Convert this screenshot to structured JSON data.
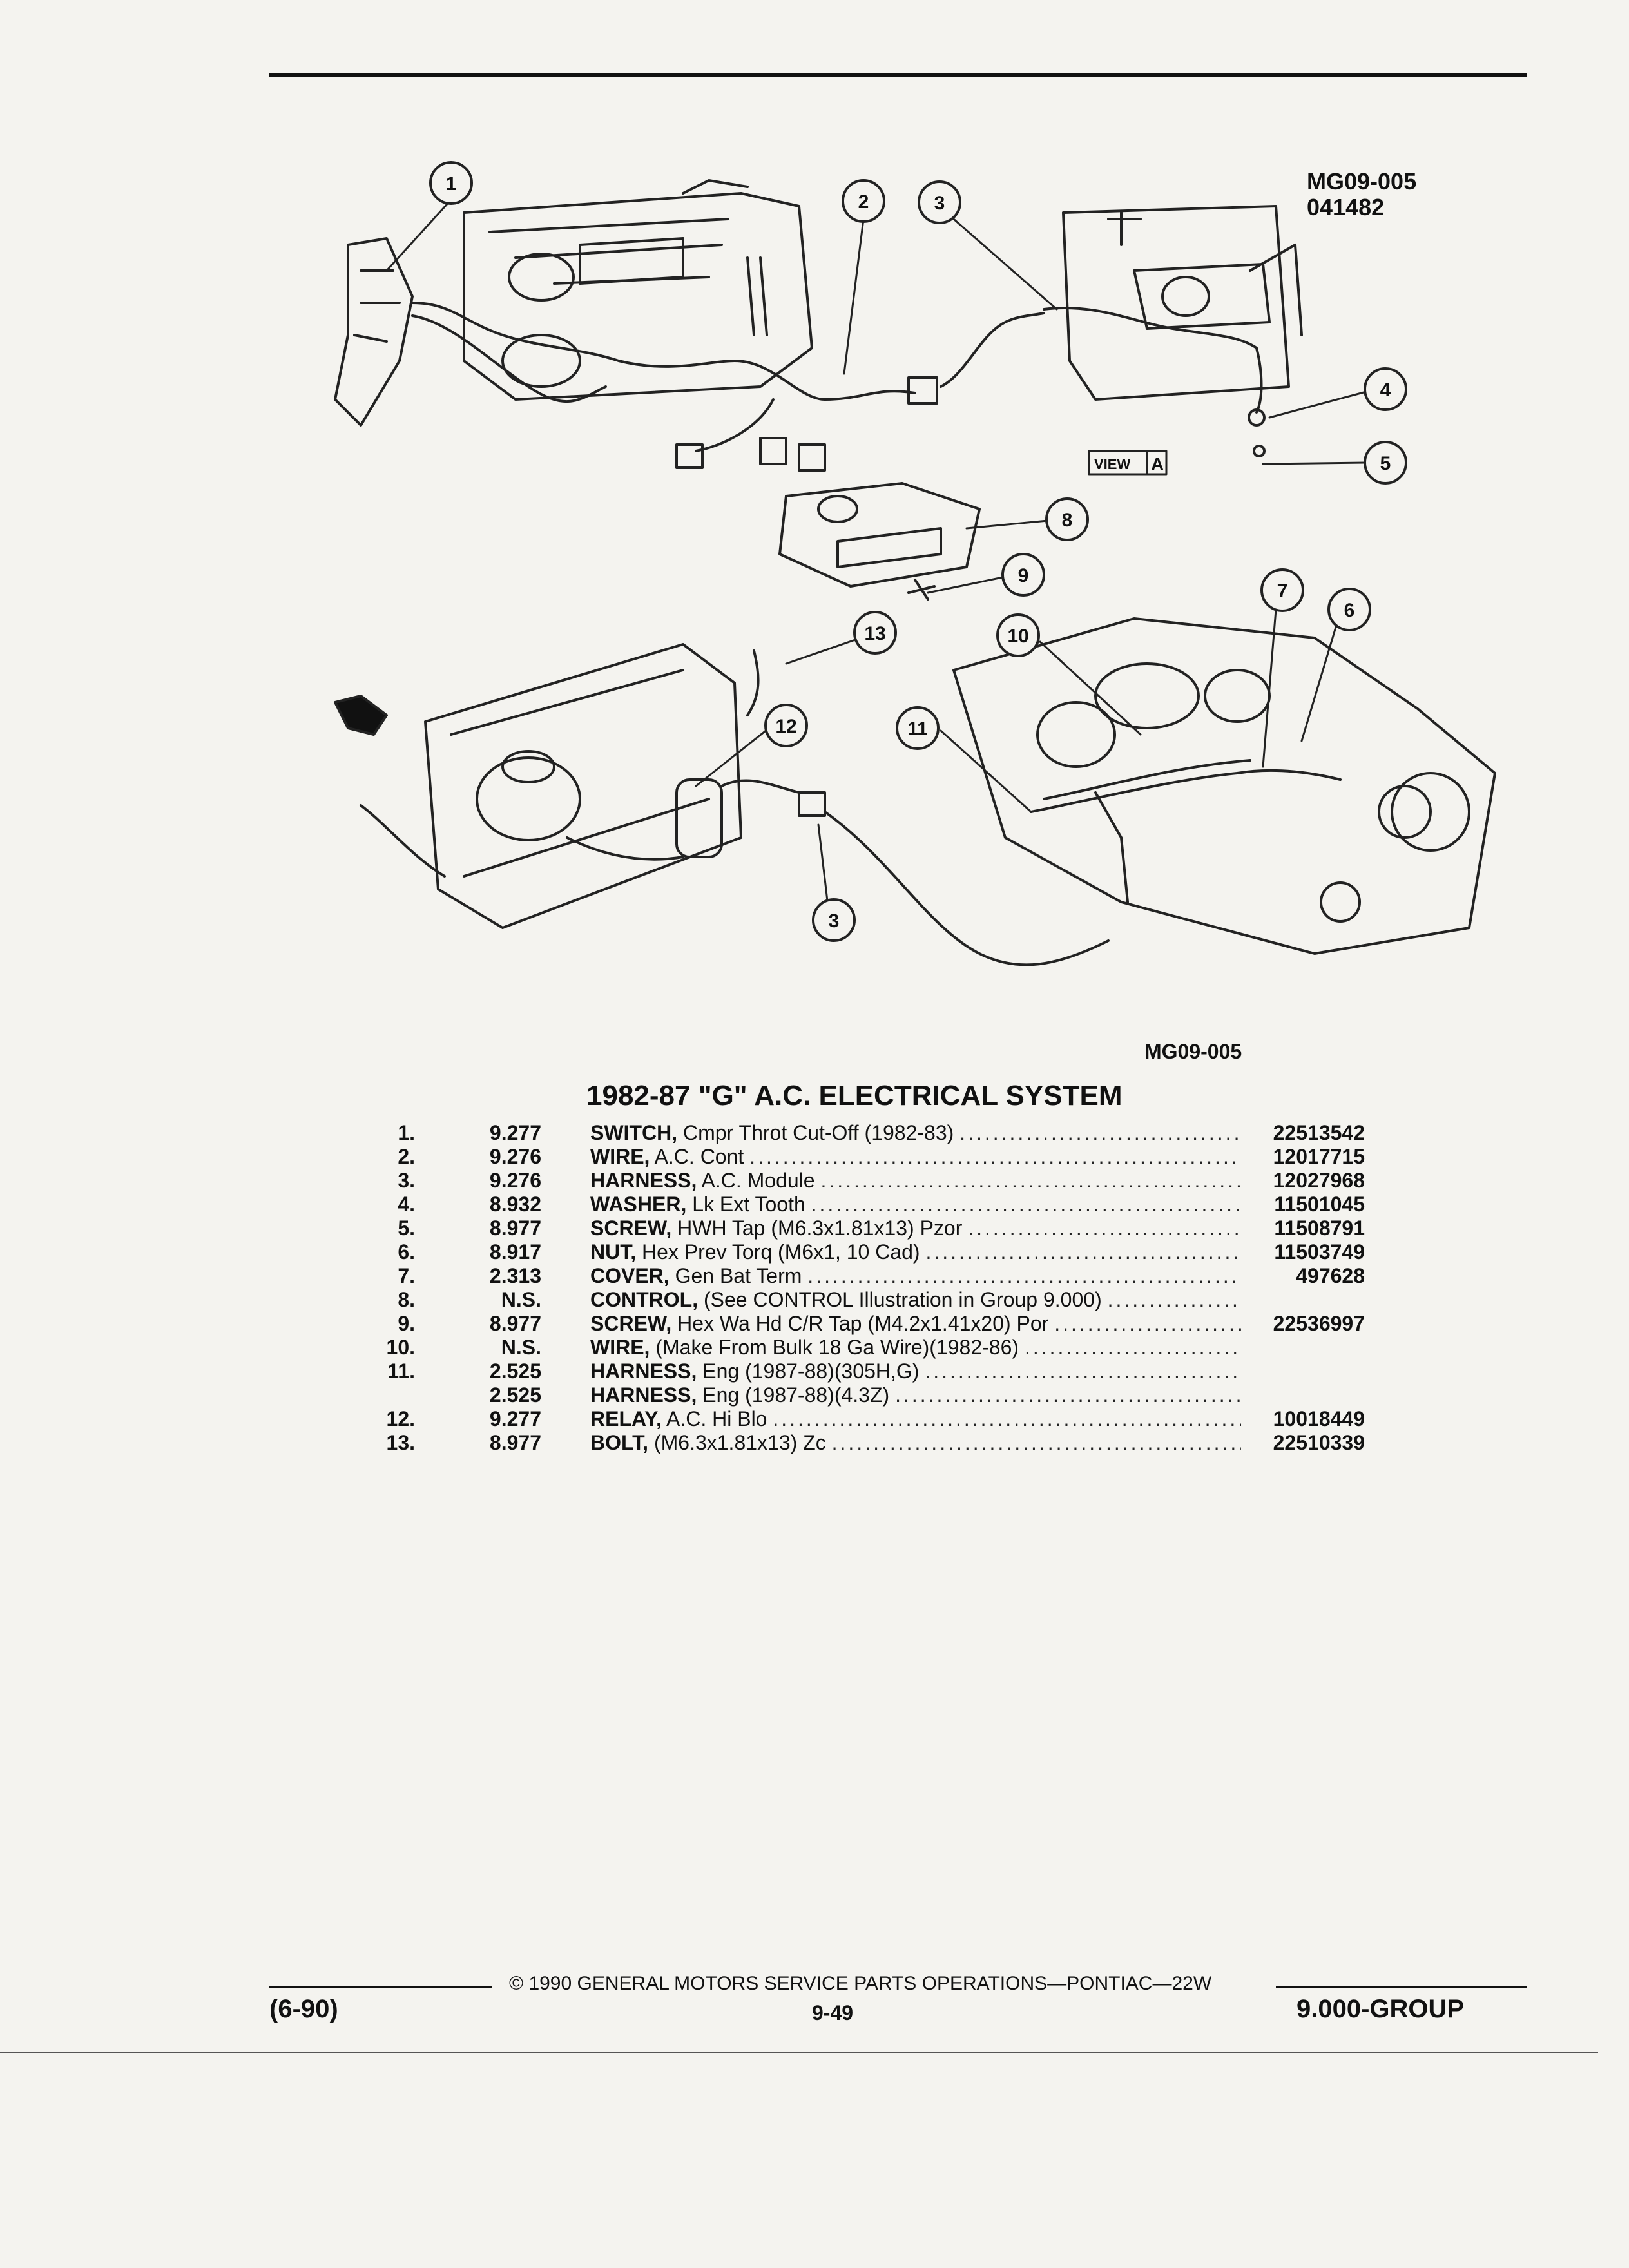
{
  "figure": {
    "code_top": "MG09-005",
    "date_code": "041482",
    "code_bottom": "MG09-005",
    "view_label": "VIEW",
    "view_letter": "A",
    "callouts": [
      {
        "label": "1"
      },
      {
        "label": "2"
      },
      {
        "label": "3"
      },
      {
        "label": "4"
      },
      {
        "label": "5"
      },
      {
        "label": "8"
      },
      {
        "label": "9"
      },
      {
        "label": "7"
      },
      {
        "label": "6"
      },
      {
        "label": "13"
      },
      {
        "label": "10"
      },
      {
        "label": "12"
      },
      {
        "label": "11"
      },
      {
        "label": "3"
      }
    ]
  },
  "title": "1982-87 \"G\" A.C. ELECTRICAL SYSTEM",
  "parts": [
    {
      "num": "1.",
      "group": "9.277",
      "name": "SWITCH,",
      "desc": "Cmpr Throt Cut-Off (1982-83)",
      "part": "22513542"
    },
    {
      "num": "2.",
      "group": "9.276",
      "name": "WIRE,",
      "desc": "A.C. Cont",
      "part": "12017715"
    },
    {
      "num": "3.",
      "group": "9.276",
      "name": "HARNESS,",
      "desc": "A.C. Module",
      "part": "12027968"
    },
    {
      "num": "4.",
      "group": "8.932",
      "name": "WASHER,",
      "desc": "Lk Ext Tooth",
      "part": "11501045"
    },
    {
      "num": "5.",
      "group": "8.977",
      "name": "SCREW,",
      "desc": "HWH Tap (M6.3x1.81x13) Pzor",
      "part": "11508791"
    },
    {
      "num": "6.",
      "group": "8.917",
      "name": "NUT,",
      "desc": "Hex Prev Torq (M6x1, 10 Cad)",
      "part": "11503749"
    },
    {
      "num": "7.",
      "group": "2.313",
      "name": "COVER,",
      "desc": "Gen Bat Term",
      "part": "497628"
    },
    {
      "num": "8.",
      "group": "N.S.",
      "name": "CONTROL,",
      "desc": "(See CONTROL Illustration in Group 9.000)",
      "part": ""
    },
    {
      "num": "9.",
      "group": "8.977",
      "name": "SCREW,",
      "desc": "Hex Wa Hd C/R Tap (M4.2x1.41x20) Por",
      "part": "22536997"
    },
    {
      "num": "10.",
      "group": "N.S.",
      "name": "WIRE,",
      "desc": "(Make From Bulk 18 Ga Wire)(1982-86)",
      "part": ""
    },
    {
      "num": "11.",
      "group": "2.525",
      "name": "HARNESS,",
      "desc": "Eng (1987-88)(305H,G)",
      "part": ""
    },
    {
      "num": "",
      "group": "2.525",
      "name": "HARNESS,",
      "desc": "Eng (1987-88)(4.3Z)",
      "part": ""
    },
    {
      "num": "12.",
      "group": "9.277",
      "name": "RELAY,",
      "desc": "A.C. Hi Blo",
      "part": "10018449"
    },
    {
      "num": "13.",
      "group": "8.977",
      "name": "BOLT,",
      "desc": "(M6.3x1.81x13) Zc",
      "part": "22510339"
    }
  ],
  "footer": {
    "copyright": "© 1990 GENERAL MOTORS SERVICE PARTS OPERATIONS—PONTIAC—22W",
    "date": "(6-90)",
    "page": "9-49",
    "group": "9.000-GROUP"
  }
}
